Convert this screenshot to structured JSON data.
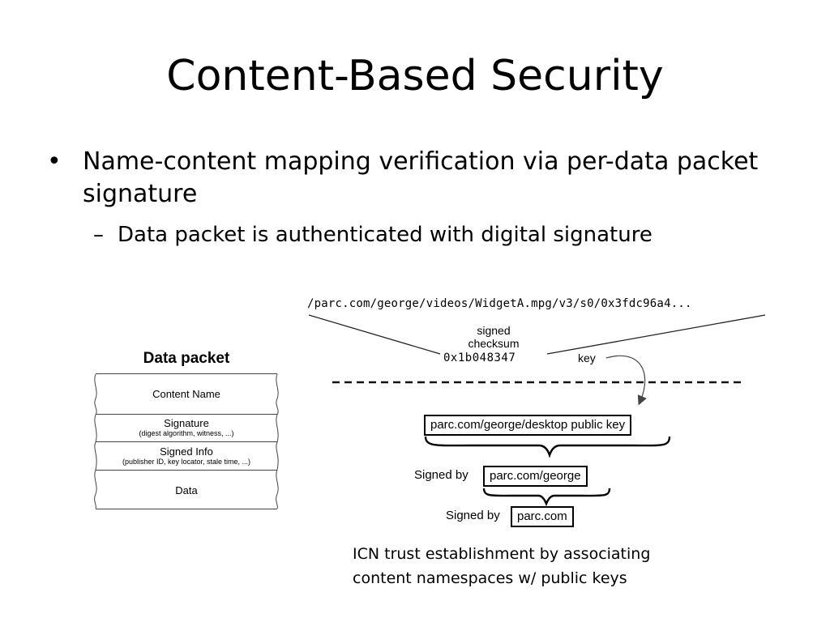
{
  "slide": {
    "title": "Content-Based Security",
    "bullet": {
      "marker": "•",
      "text": "Name-content mapping verification via per-data packet signature"
    },
    "sub_bullet": {
      "marker": "–",
      "text": "Data packet is authenticated with digital signature"
    }
  },
  "packet_diagram": {
    "title": "Data packet",
    "fields": [
      {
        "label": "Content Name",
        "detail": ""
      },
      {
        "label": "Signature",
        "detail": "(digest algorithm, witness, ...)"
      },
      {
        "label": "Signed Info",
        "detail": "(publisher ID, key locator, stale time, ...)"
      },
      {
        "label": "Data",
        "detail": ""
      }
    ]
  },
  "trust_diagram": {
    "name": "/parc.com/george/videos/WidgetA.mpg/v3/s0/0x3fdc96a4...",
    "signed_label": "signed checksum",
    "checksum": "0x1b048347",
    "key_label": "key",
    "public_key_box": "parc.com/george/desktop public key",
    "signed_by_1_label": "Signed by",
    "signed_by_1_box": "parc.com/george",
    "signed_by_2_label": "Signed by",
    "signed_by_2_box": "parc.com",
    "caption": "ICN trust establishment by associating content namespaces w/ public keys"
  }
}
